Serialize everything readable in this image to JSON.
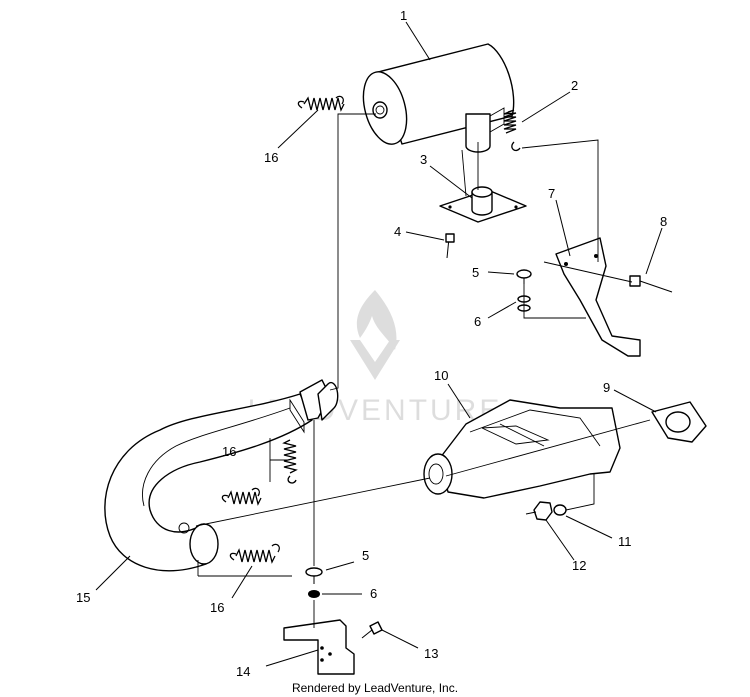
{
  "diagram": {
    "callouts": [
      "1",
      "2",
      "3",
      "4",
      "5",
      "6",
      "7",
      "8",
      "9",
      "10",
      "11",
      "12",
      "13",
      "14",
      "15",
      "16"
    ],
    "callouts_dup": {
      "c16b": "16",
      "c16c": "16",
      "c5b": "5",
      "c6b": "6"
    },
    "footer": "Rendered by LeadVenture, Inc.",
    "watermark": "LEADVENTURE",
    "colors": {
      "ink": "#000000",
      "paper": "#ffffff",
      "watermark": "#9e9e9e"
    }
  }
}
